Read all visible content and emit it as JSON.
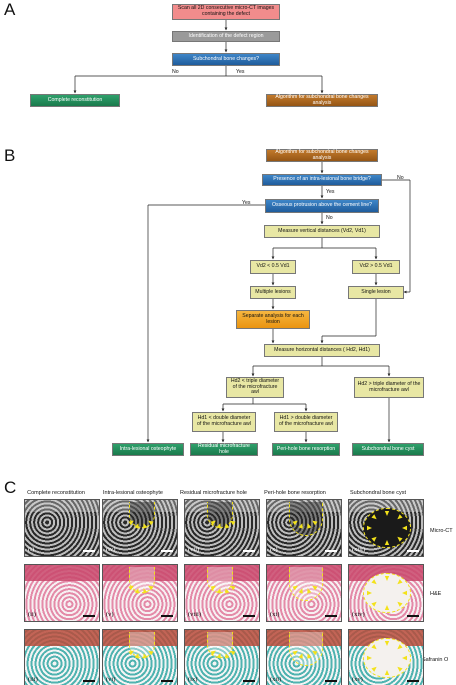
{
  "panels": {
    "a": "A",
    "b": "B",
    "c": "C"
  },
  "flow_a": {
    "scan": "Scan all 2D consecutive micro-CT images containing the defect",
    "identify": "Identification of the defect region",
    "question": "Subchondral bone changes?",
    "no": "No",
    "yes": "Yes",
    "complete": "Complete reconstitution",
    "algorithm": "Algorithm for subchondral bone changes analysis"
  },
  "flow_b": {
    "algorithm": "Algorithm for subchondral bone changes analysis",
    "bridge_q": "Presence of an intra-lesional bone bridge?",
    "yes1": "Yes",
    "no1": "No",
    "protrusion_q": "Osseous protrusion above the cement line?",
    "yes2": "Yes",
    "no2": "No",
    "measure_v": "Measure vertical distances (Vd2, Vd1)",
    "vd_lt": "Vd2 < 0.5 Vd1",
    "vd_gt": "Vd2 > 0.5 Vd1",
    "multiple": "Multiple lesions",
    "single": "Single lesion",
    "separate": "Separate analysis for each lesion",
    "measure_h": "Measure horizontal distances ( Hd2, Hd1)",
    "hd_lt": "Hd2 < triple diameter of the microfracture awl",
    "hd_gt": "Hd2 > triple diameter of the microfracture awl",
    "hd1_lt": "Hd1 < double diameter of the microfracture awl",
    "hd1_gt": "Hd1 > double diameter of the microfracture awl",
    "out_osteophyte": "Intra-lesional osteophyte",
    "out_hole": "Residual microfracture hole",
    "out_resorption": "Peri-hole bone resorption",
    "out_cyst": "Subchondral bone cyst"
  },
  "figure_c": {
    "columns": [
      "Complete reconstitution",
      "Intra-lesional osteophyte",
      "Residual microfracture hole",
      "Peri-hole bone resorption",
      "Subchondral bone cyst"
    ],
    "rows": [
      "Micro-CT",
      "H&E",
      "Safranin O"
    ],
    "labels": [
      [
        "(i)",
        "(iv)",
        "(vii)",
        "(x)",
        "(xiii)"
      ],
      [
        "(ii)",
        "(v)",
        "(viii)",
        "(xi)",
        "(xiv)"
      ],
      [
        "(iii)",
        "(vi)",
        "(ix)",
        "(xii)",
        "(xv)"
      ]
    ]
  },
  "colors": {
    "red_box": "#f28c8c",
    "gray_box": "#9a9a9a",
    "blue_box": "#2c6fb5",
    "green_box": "#1f8a5a",
    "brown_box": "#b06a1e",
    "yellow_box": "#e8e7a4",
    "orange_box": "#f0a020",
    "arrow_yellow": "#f3e21a"
  },
  "icons": [
    "yellow-arrow-icon"
  ]
}
